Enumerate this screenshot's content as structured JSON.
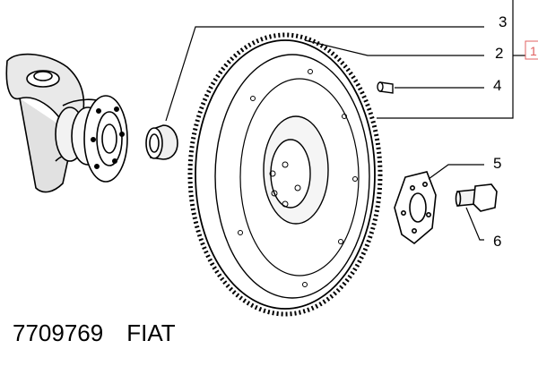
{
  "diagram": {
    "callouts": [
      {
        "id": "3",
        "label": "3"
      },
      {
        "id": "2",
        "label": "2"
      },
      {
        "id": "4",
        "label": "4"
      },
      {
        "id": "5",
        "label": "5"
      },
      {
        "id": "6",
        "label": "6"
      }
    ],
    "reference_tag": "1"
  },
  "caption": {
    "part_number": "7709769",
    "brand": "FIAT"
  }
}
